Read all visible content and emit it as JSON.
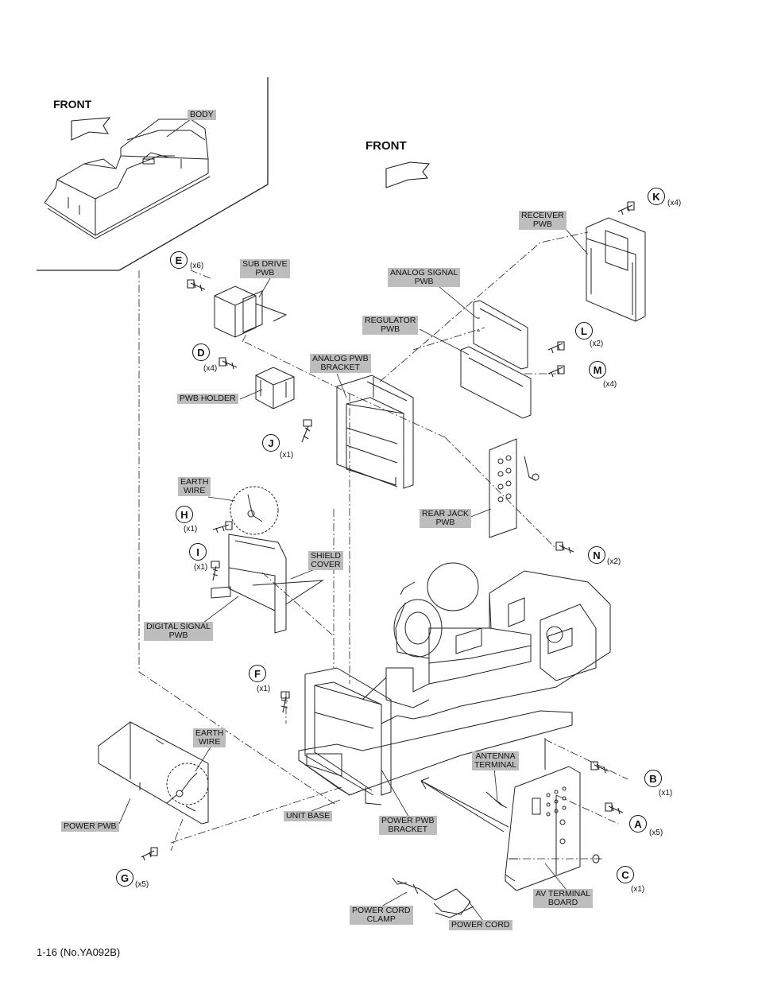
{
  "front_labels": {
    "inset": "FRONT",
    "main": "FRONT"
  },
  "labels": {
    "body": "BODY",
    "receiver_pwb": "RECEIVER\nPWB",
    "sub_drive_pwb": "SUB DRIVE\nPWB",
    "analog_signal_pwb": "ANALOG SIGNAL\nPWB",
    "regulator_pwb": "REGULATOR\nPWB",
    "analog_pwb_bracket": "ANALOG PWB\nBRACKET",
    "pwb_holder": "PWB HOLDER",
    "earth_wire_top": "EARTH\nWIRE",
    "shield_cover": "SHIELD\nCOVER",
    "rear_jack_pwb": "REAR JACK\nPWB",
    "digital_signal_pwb": "DIGITAL SIGNAL\nPWB",
    "earth_wire_bottom": "EARTH\nWIRE",
    "antenna_terminal": "ANTENNA\nTERMINAL",
    "power_pwb": "POWER PWB",
    "unit_base": "UNIT BASE",
    "power_pwb_bracket": "POWER PWB\nBRACKET",
    "av_terminal_board": "AV TERMINAL\nBOARD",
    "power_cord_clamp": "POWER CORD\nCLAMP",
    "power_cord": "POWER CORD"
  },
  "screws": {
    "K": {
      "letter": "K",
      "qty": "(x4)"
    },
    "E": {
      "letter": "E",
      "qty": "(x6)"
    },
    "L": {
      "letter": "L",
      "qty": "(x2)"
    },
    "D": {
      "letter": "D",
      "qty": "(x4)"
    },
    "M": {
      "letter": "M",
      "qty": "(x4)"
    },
    "J": {
      "letter": "J",
      "qty": "(x1)"
    },
    "H": {
      "letter": "H",
      "qty": "(x1)"
    },
    "I": {
      "letter": "I",
      "qty": "(x1)"
    },
    "N": {
      "letter": "N",
      "qty": "(x2)"
    },
    "F": {
      "letter": "F",
      "qty": "(x1)"
    },
    "B": {
      "letter": "B",
      "qty": "(x1)"
    },
    "A": {
      "letter": "A",
      "qty": "(x5)"
    },
    "G": {
      "letter": "G",
      "qty": "(x5)"
    },
    "C": {
      "letter": "C",
      "qty": "(x1)"
    }
  },
  "footer": "1-16 (No.YA092B)"
}
